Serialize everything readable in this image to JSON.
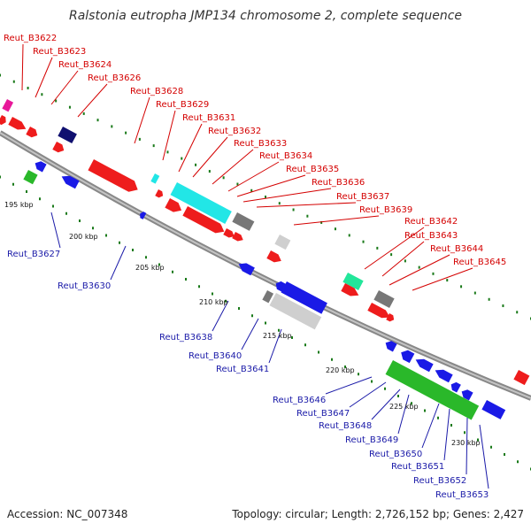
{
  "title": "Ralstonia eutropha JMP134 chromosome 2, complete sequence",
  "footer": {
    "accession": "Accession: NC_007348",
    "summary": "Topology: circular; Length: 2,726,152 bp; Genes: 2,427"
  },
  "colors": {
    "red": "#ee1c1c",
    "blue": "#1a1ae6",
    "green": "#2ab82a",
    "cyan": "#22e6e6",
    "gray": "#777777",
    "lightgray": "#cfcfcf",
    "navy": "#101070",
    "magenta": "#e8189a",
    "mint": "#22e69a",
    "top_label": "#d40000",
    "bottom_label": "#1a1aa8"
  },
  "scale_labels": [
    "195 kbp",
    "200 kbp",
    "205 kbp",
    "210 kbp",
    "215 kbp",
    "220 kbp",
    "225 kbp",
    "230 kbp"
  ],
  "top_labels": [
    "Reut_B3622",
    "Reut_B3623",
    "Reut_B3624",
    "Reut_B3626",
    "Reut_B3628",
    "Reut_B3629",
    "Reut_B3631",
    "Reut_B3632",
    "Reut_B3633",
    "Reut_B3634",
    "Reut_B3635",
    "Reut_B3636",
    "Reut_B3637",
    "Reut_B3639",
    "Reut_B3642",
    "Reut_B3643",
    "Reut_B3644",
    "Reut_B3645"
  ],
  "bottom_labels": [
    "Reut_B3627",
    "Reut_B3630",
    "Reut_B3638",
    "Reut_B3640",
    "Reut_B3641",
    "Reut_B3646",
    "Reut_B3647",
    "Reut_B3648",
    "Reut_B3649",
    "Reut_B3650",
    "Reut_B3651",
    "Reut_B3652",
    "Reut_B3653"
  ]
}
